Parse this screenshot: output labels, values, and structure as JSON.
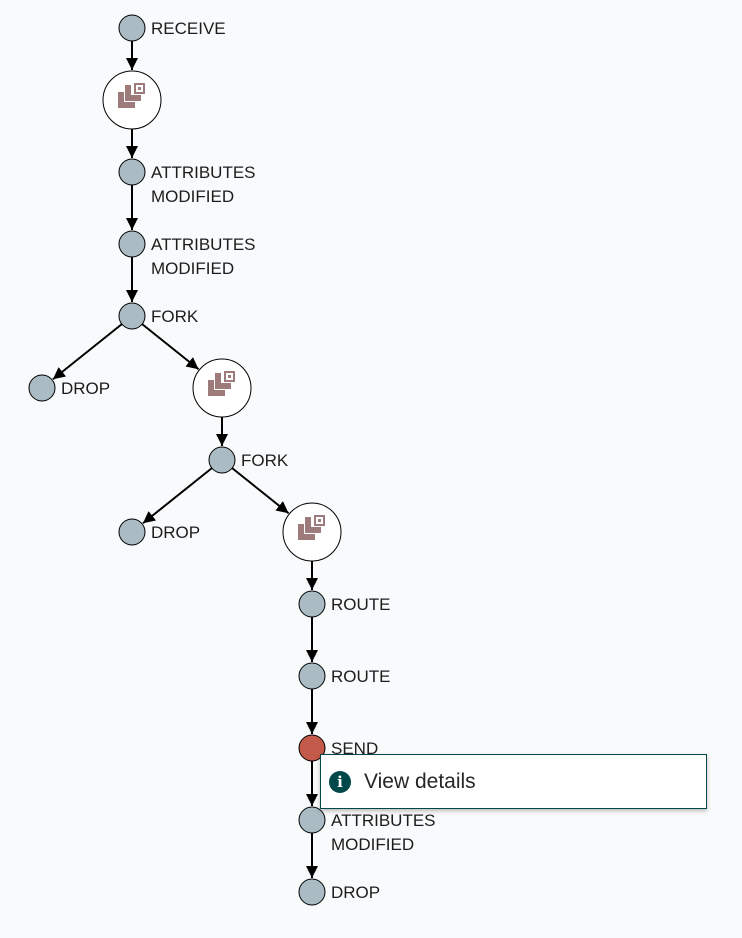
{
  "colors": {
    "event_node_fill": "#aabbc3",
    "selected_event_fill": "#c45a4a",
    "flowfile_icon_color": "#9e7b7b",
    "menu_accent": "#004849"
  },
  "lineage": {
    "events": [
      {
        "id": "e1",
        "label_lines": [
          "RECEIVE"
        ],
        "type": "RECEIVE"
      },
      {
        "id": "e2",
        "label_lines": [
          "ATTRIBUTES",
          "MODIFIED"
        ],
        "type": "ATTRIBUTES_MODIFIED"
      },
      {
        "id": "e3",
        "label_lines": [
          "ATTRIBUTES",
          "MODIFIED"
        ],
        "type": "ATTRIBUTES_MODIFIED"
      },
      {
        "id": "e4",
        "label_lines": [
          "FORK"
        ],
        "type": "FORK"
      },
      {
        "id": "e5",
        "label_lines": [
          "DROP"
        ],
        "type": "DROP"
      },
      {
        "id": "e6",
        "label_lines": [
          "FORK"
        ],
        "type": "FORK"
      },
      {
        "id": "e7",
        "label_lines": [
          "DROP"
        ],
        "type": "DROP"
      },
      {
        "id": "e8",
        "label_lines": [
          "ROUTE"
        ],
        "type": "ROUTE"
      },
      {
        "id": "e9",
        "label_lines": [
          "ROUTE"
        ],
        "type": "ROUTE"
      },
      {
        "id": "e10",
        "label_lines": [
          "SEND"
        ],
        "type": "SEND",
        "selected": true
      },
      {
        "id": "e11",
        "label_lines": [
          "ATTRIBUTES",
          "MODIFIED"
        ],
        "type": "ATTRIBUTES_MODIFIED"
      },
      {
        "id": "e12",
        "label_lines": [
          "DROP"
        ],
        "type": "DROP"
      }
    ],
    "flowfiles": [
      {
        "id": "f1",
        "icon": "flowfile-icon"
      },
      {
        "id": "f2",
        "icon": "flowfile-icon"
      },
      {
        "id": "f3",
        "icon": "flowfile-icon"
      }
    ],
    "links": [
      [
        "e1",
        "f1"
      ],
      [
        "f1",
        "e2"
      ],
      [
        "e2",
        "e3"
      ],
      [
        "e3",
        "e4"
      ],
      [
        "e4",
        "e5"
      ],
      [
        "e4",
        "f2"
      ],
      [
        "f2",
        "e6"
      ],
      [
        "e6",
        "e7"
      ],
      [
        "e6",
        "f3"
      ],
      [
        "f3",
        "e8"
      ],
      [
        "e8",
        "e9"
      ],
      [
        "e9",
        "e10"
      ],
      [
        "e10",
        "e11"
      ],
      [
        "e11",
        "e12"
      ]
    ]
  },
  "context_menu": {
    "icon": "info-icon",
    "icon_glyph": "i",
    "label": "View details"
  }
}
